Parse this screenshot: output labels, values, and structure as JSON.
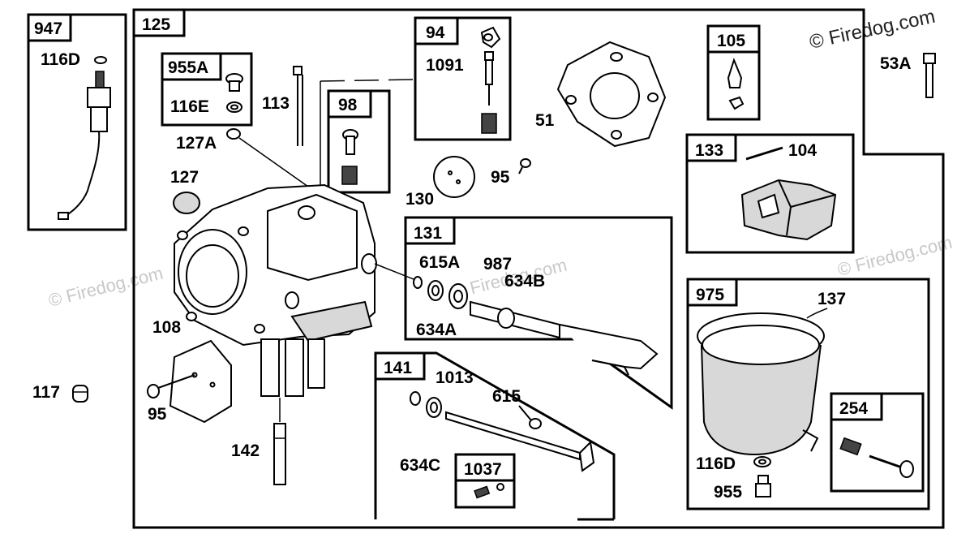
{
  "watermark": {
    "main": "© Firedog.com",
    "faint": "© Firedog.com"
  },
  "labels": {
    "l947": "947",
    "l116D_a": "116D",
    "l125": "125",
    "l955A": "955A",
    "l116E": "116E",
    "l113": "113",
    "l127A": "127A",
    "l127": "127",
    "l98": "98",
    "l94": "94",
    "l1091": "1091",
    "l51": "51",
    "l130": "130",
    "l95_a": "95",
    "l105": "105",
    "l53A": "53A",
    "l133": "133",
    "l104": "104",
    "l131": "131",
    "l615A": "615A",
    "l987": "987",
    "l634B": "634B",
    "l634A": "634A",
    "l108": "108",
    "l95_b": "95",
    "l117": "117",
    "l142": "142",
    "l141": "141",
    "l1013": "1013",
    "l615": "615",
    "l634C": "634C",
    "l1037": "1037",
    "l975": "975",
    "l137": "137",
    "l254": "254",
    "l116D_b": "116D",
    "l955": "955"
  }
}
